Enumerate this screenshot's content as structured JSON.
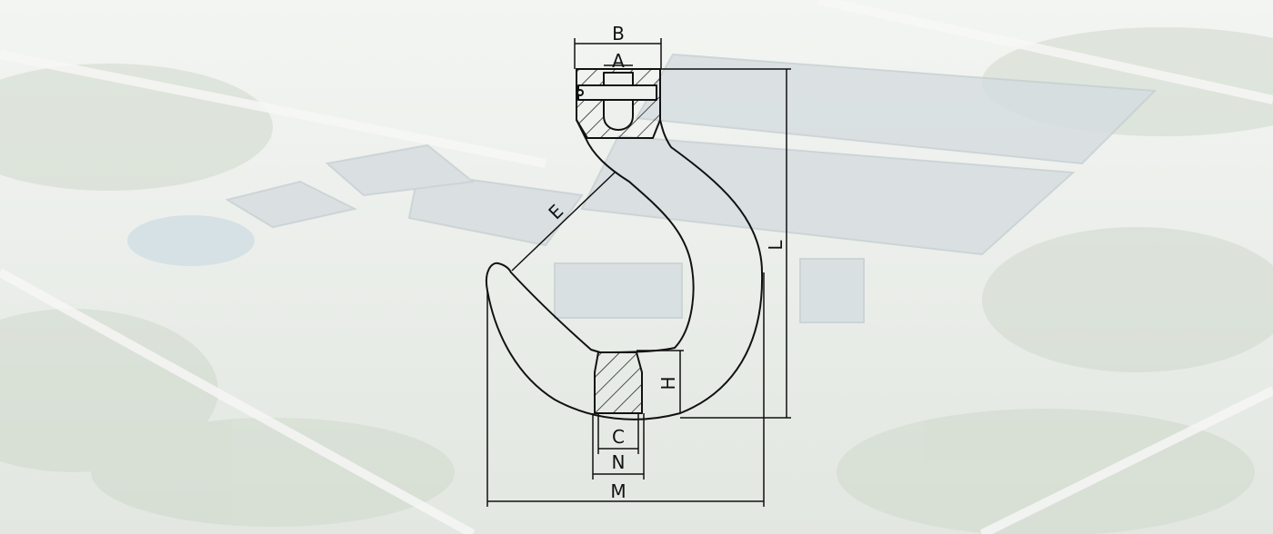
{
  "diagram": {
    "labels": {
      "A": "A",
      "B": "B",
      "C": "C",
      "E": "E",
      "H": "H",
      "L": "L",
      "M": "M",
      "N": "N"
    }
  },
  "colors": {
    "line": "#111111",
    "background": "#e9ece8"
  }
}
